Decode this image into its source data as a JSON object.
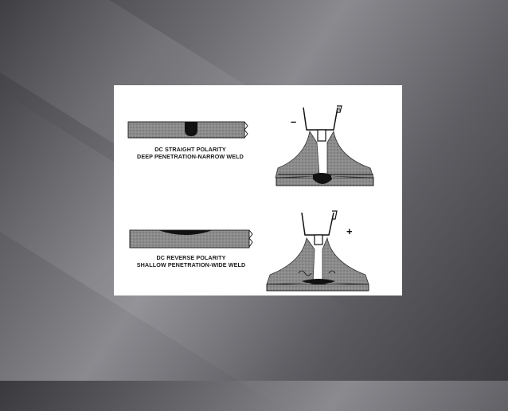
{
  "slide": {
    "top_caption": {
      "line1": "DC STRAIGHT POLARITY",
      "line2": "DEEP PENETRATION-NARROW WELD"
    },
    "bottom_caption": {
      "line1": "DC REVERSE POLARITY",
      "line2": "SHALLOW PENETRATION-WIDE WELD"
    },
    "top_electrode_sign": "–",
    "bottom_electrode_sign": "+"
  },
  "colors": {
    "background_dark": "#3a3a3e",
    "panel": "#ffffff",
    "metal_fill": "#8c8c8c",
    "weld_fill": "#111111"
  }
}
